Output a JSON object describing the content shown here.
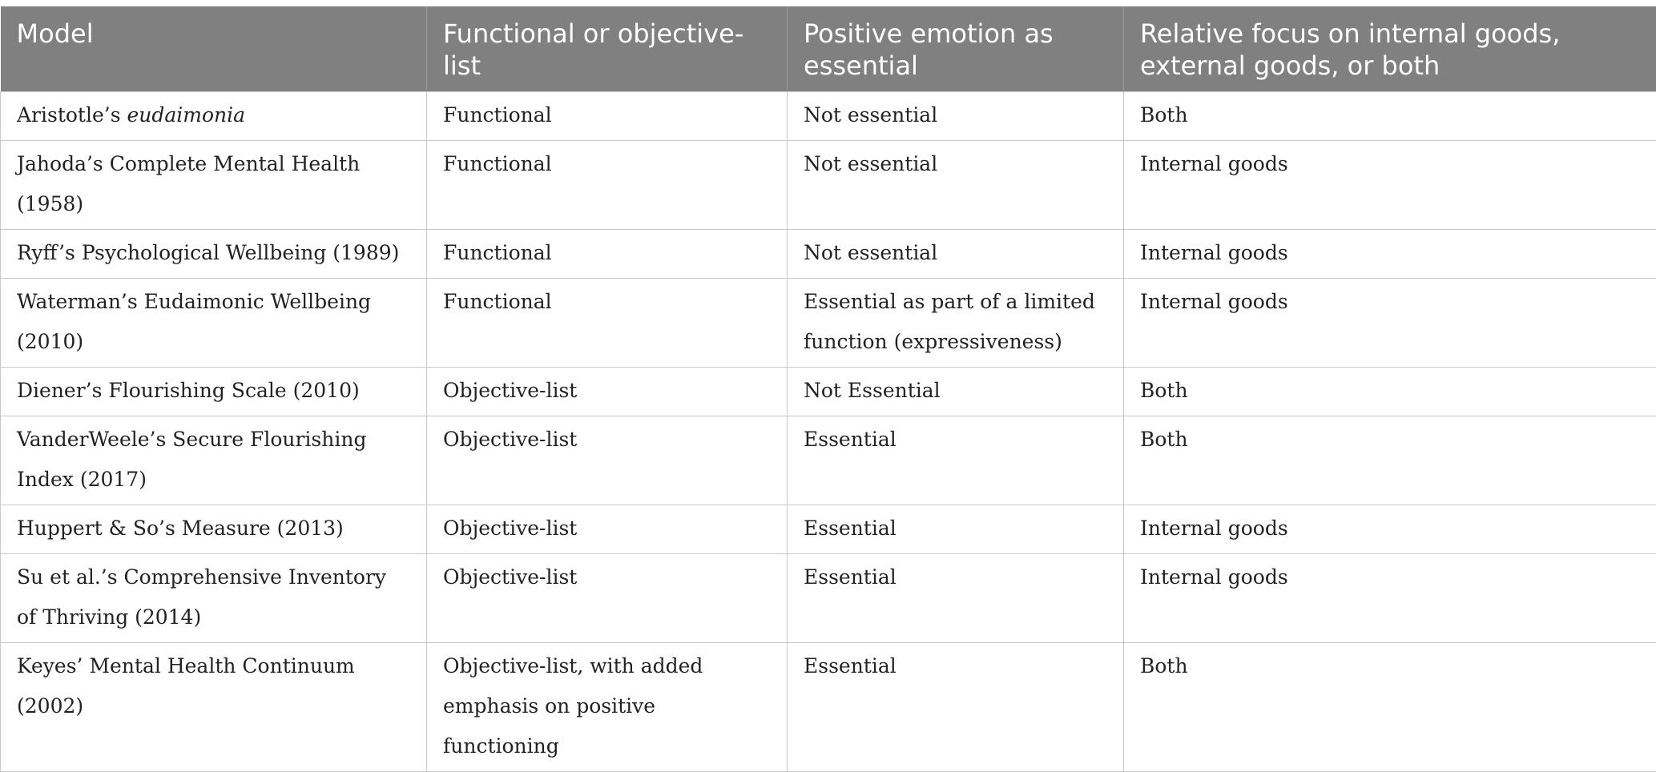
{
  "table": {
    "headers": [
      "Model",
      "Functional or objective-list",
      "Positive emotion as essential",
      "Relative focus on internal goods, external goods, or both"
    ],
    "rows": [
      {
        "model": "Aristotle’s ",
        "model_italic": "eudaimonia",
        "type": "Functional",
        "emotion": "Not essential",
        "focus": "Both"
      },
      {
        "model": "Jahoda’s Complete Mental Health (1958)",
        "type": "Functional",
        "emotion": "Not essential",
        "focus": "Internal goods"
      },
      {
        "model": "Ryff’s Psychological Wellbeing (1989)",
        "type": "Functional",
        "emotion": "Not essential",
        "focus": "Internal goods"
      },
      {
        "model": "Waterman’s Eudaimonic Wellbeing (2010)",
        "type": "Functional",
        "emotion": "Essential as part of a limited function (expressiveness)",
        "focus": "Internal goods"
      },
      {
        "model": "Diener’s Flourishing Scale (2010)",
        "type": "Objective-list",
        "emotion": "Not Essential",
        "focus": "Both"
      },
      {
        "model": "VanderWeele’s Secure Flourishing Index (2017)",
        "type": "Objective-list",
        "emotion": "Essential",
        "focus": "Both"
      },
      {
        "model": "Huppert & So’s Measure (2013)",
        "type": "Objective-list",
        "emotion": "Essential",
        "focus": "Internal goods"
      },
      {
        "model": "Su et al.’s Comprehensive Inventory of Thriving (2014)",
        "type": "Objective-list",
        "emotion": "Essential",
        "focus": "Internal goods"
      },
      {
        "model": "Keyes’ Mental Health Continuum (2002)",
        "type": "Objective-list, with added emphasis on positive functioning",
        "emotion": "Essential",
        "focus": "Both"
      }
    ]
  }
}
